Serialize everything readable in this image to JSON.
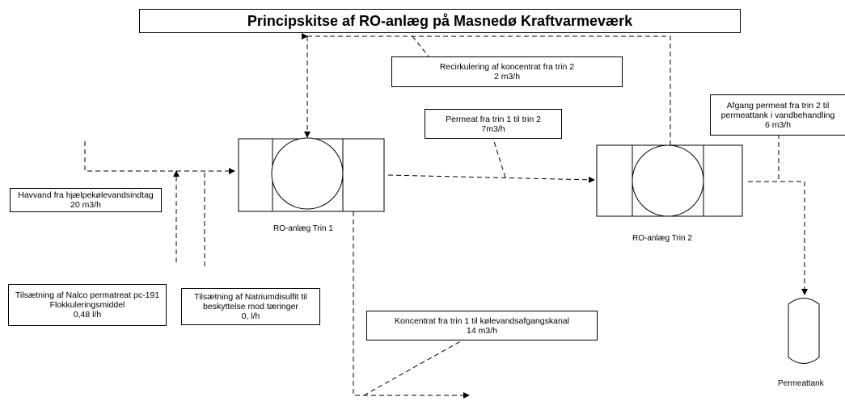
{
  "title": "Principskitse af RO-anlæg på Masnedø Kraftvarmeværk",
  "labels": {
    "recirc": [
      "Recirkulering af koncentrat fra trin 2",
      "2 m3/h"
    ],
    "permeat12": [
      "Permeat fra trin 1 til trin 2",
      "7m3/h"
    ],
    "afgang": [
      "Afgang permeat fra trin 2 til",
      "permeattank i vandbehandling",
      "6 m3/h"
    ],
    "havvand": [
      "Havvand fra hjælpekølevandsindtag",
      "20 m3/h"
    ],
    "nalco": [
      "Tilsætning af Nalco permatreat pc-191",
      "Flokkuleringsmiddel",
      "0,48 l/h"
    ],
    "natrium": [
      "Tilsætning af Natriumdisulfit til",
      "beskyttelse mod tæringer",
      "0, l/h"
    ],
    "koncentrat": [
      "Koncentrat fra trin 1 til kølevandsafgangskanal",
      "14 m3/h"
    ]
  },
  "units": {
    "ro1": "RO-anlæg Trin 1",
    "ro2": "RO-anlæg Trin 2",
    "tank": "Permeattank"
  }
}
